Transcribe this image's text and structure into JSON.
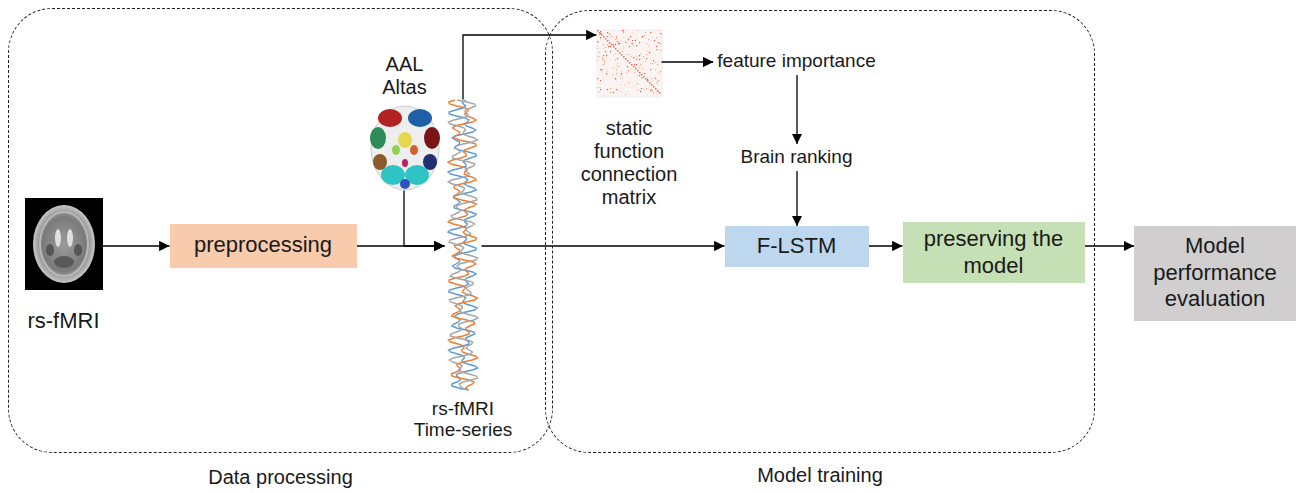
{
  "diagram": {
    "nodes": [
      {
        "text": [
          "Data processing"
        ]
      },
      {
        "text": [
          "rs-fMRI"
        ],
        "in": 0
      },
      {
        "text": [
          "preprocessing"
        ],
        "in": 0
      },
      {
        "text": [
          "AAL Altas"
        ],
        "in": 0
      },
      {
        "text": [
          "rs-fMRI Time-series"
        ],
        "in": 0
      },
      {
        "text": [
          "Model training"
        ]
      },
      {
        "text": [
          "static function connection matrix"
        ],
        "in": 5
      },
      {
        "text": [
          "feature importance"
        ],
        "in": 5
      },
      {
        "text": [
          "Brain ranking"
        ],
        "in": 5
      },
      {
        "text": [
          "F-LSTM"
        ],
        "in": 5
      },
      {
        "text": [
          "preserving the model"
        ],
        "in": 5
      },
      {
        "text": [
          "Model performance evaluation"
        ]
      }
    ],
    "edges": [
      {
        "from": 1,
        "to": 2,
        "arrow": "to"
      },
      {
        "from": 2,
        "to": 4,
        "arrow": "to"
      },
      {
        "from": 3,
        "to": 4,
        "arrow": "to"
      },
      {
        "from": 4,
        "to": 6,
        "arrow": "to"
      },
      {
        "from": 6,
        "to": 7,
        "arrow": "to"
      },
      {
        "from": 7,
        "to": 8,
        "arrow": "to"
      },
      {
        "from": 8,
        "to": 9,
        "arrow": "to"
      },
      {
        "from": 4,
        "to": 9,
        "arrow": "to"
      },
      {
        "from": 9,
        "to": 10,
        "arrow": "to"
      },
      {
        "from": 10,
        "to": 11,
        "arrow": "to"
      }
    ]
  }
}
